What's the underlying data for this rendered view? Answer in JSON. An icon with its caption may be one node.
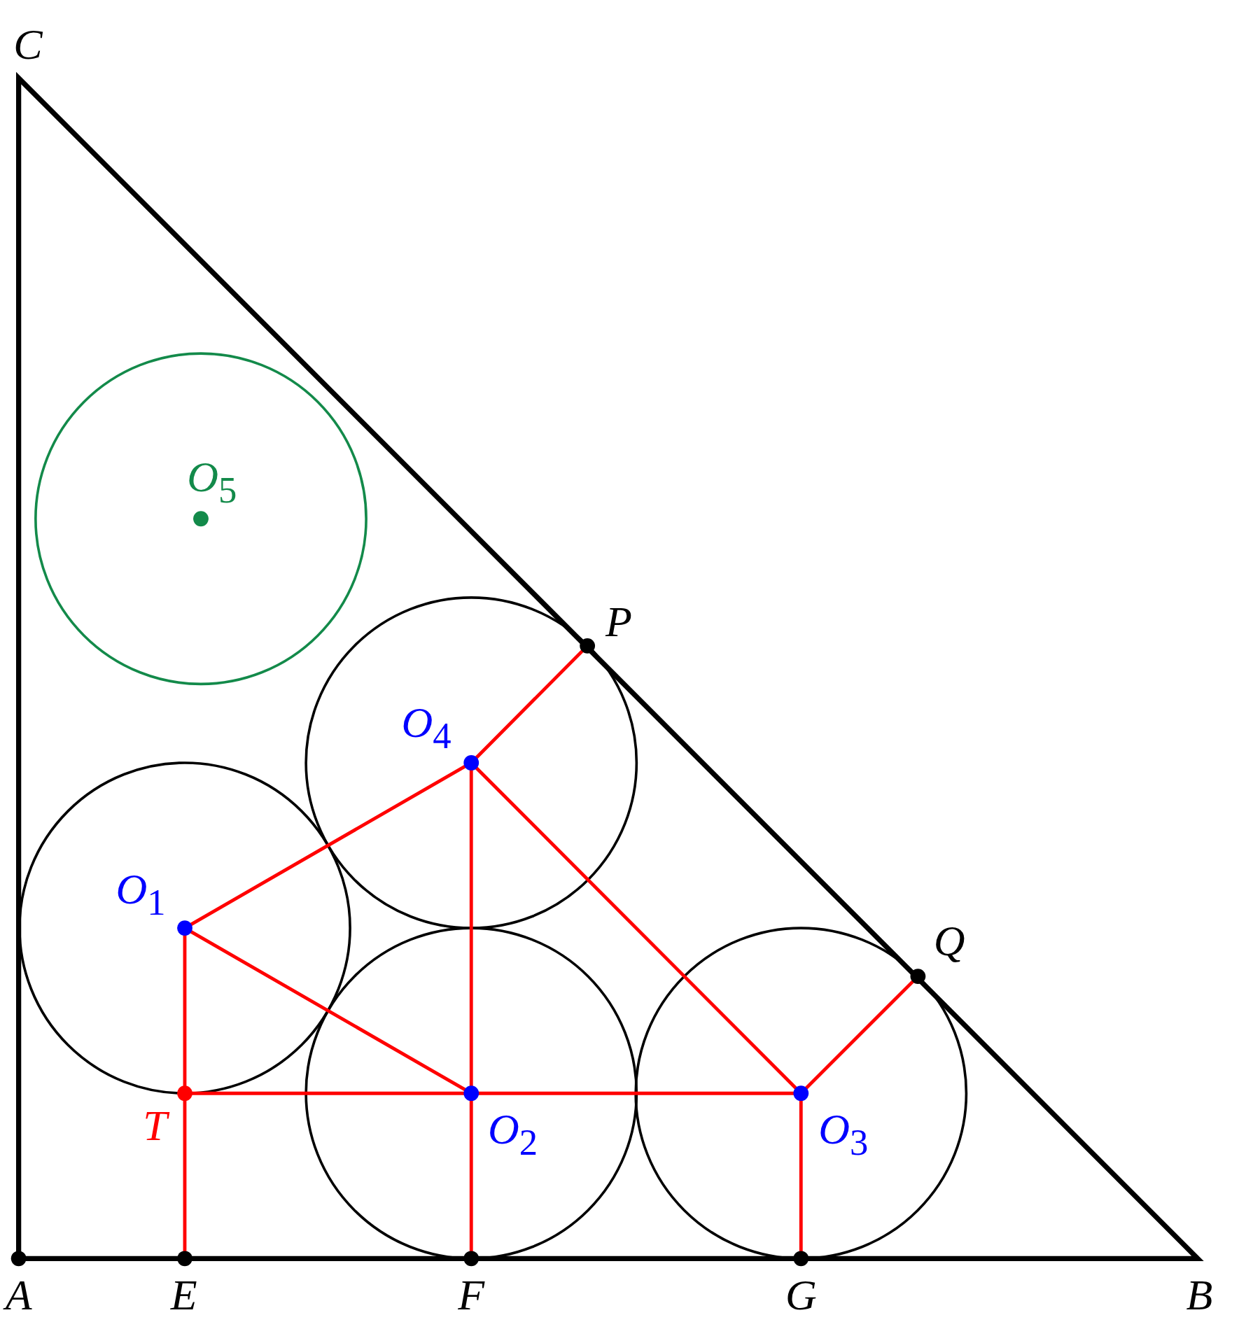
{
  "diagram": {
    "labels": [
      "C",
      "O$_{5}$",
      "P",
      "O$_{4}$",
      "O$_{1}$",
      "Q",
      "T",
      "O$_{2}$",
      "O$_{3}$",
      "A",
      "E",
      "F",
      "G",
      "B"
    ]
  }
}
